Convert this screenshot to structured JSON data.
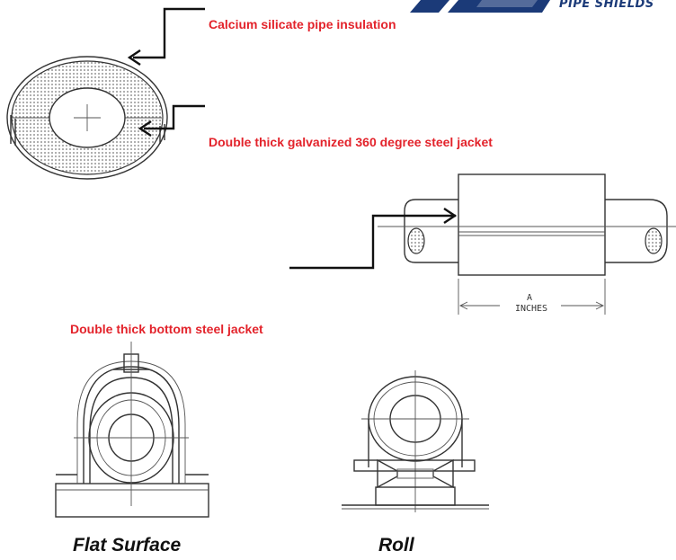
{
  "logo": {
    "text": "PIPE SHIELDS",
    "brand_color": "#1b3a78"
  },
  "callouts": {
    "insulation": "Calcium silicate pipe insulation",
    "jacket_360": "Double thick galvanized 360 degree steel jacket",
    "bottom_jacket": "Double thick bottom steel jacket"
  },
  "dimension": {
    "symbol": "A",
    "unit": "INCHES"
  },
  "captions": {
    "flat": "Flat Surface",
    "roll": "Roll"
  },
  "colors": {
    "callout_red": "#e3232b",
    "line": "#333333"
  }
}
